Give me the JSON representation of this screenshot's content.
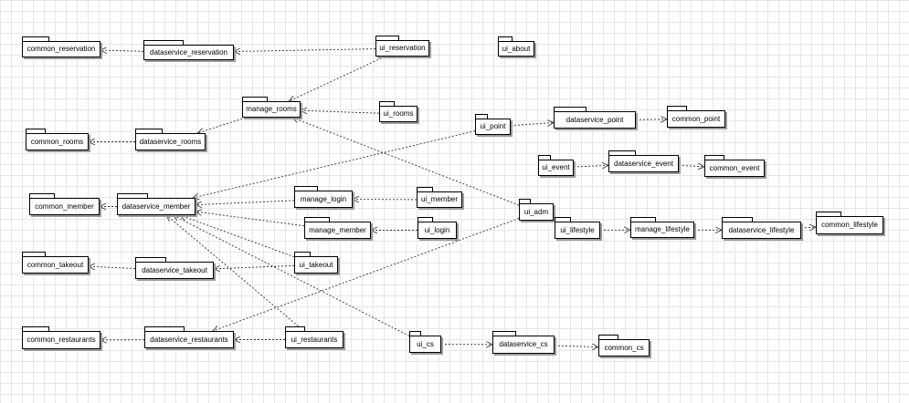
{
  "diagram": {
    "packages": [
      {
        "id": "common_reservation",
        "label": "common_reservation"
      },
      {
        "id": "dataservice_reservation",
        "label": "dataservice_reservation"
      },
      {
        "id": "ui_reservation",
        "label": "ui_reservation"
      },
      {
        "id": "ui_about",
        "label": "ui_about"
      },
      {
        "id": "manage_rooms",
        "label": "manage_rooms"
      },
      {
        "id": "ui_rooms",
        "label": "ui_rooms"
      },
      {
        "id": "common_rooms",
        "label": "common_rooms"
      },
      {
        "id": "dataservice_rooms",
        "label": "dataservice_rooms"
      },
      {
        "id": "ui_point",
        "label": "ui_point"
      },
      {
        "id": "dataservice_point",
        "label": "dataservice_point"
      },
      {
        "id": "common_point",
        "label": "common_point"
      },
      {
        "id": "ui_event",
        "label": "ui_event"
      },
      {
        "id": "dataservice_event",
        "label": "dataservice_event"
      },
      {
        "id": "common_event",
        "label": "common_event"
      },
      {
        "id": "common_member",
        "label": "common_member"
      },
      {
        "id": "dataservice_member",
        "label": "dataservice_member"
      },
      {
        "id": "manage_login",
        "label": "manage_login"
      },
      {
        "id": "ui_member",
        "label": "ui_member"
      },
      {
        "id": "ui_adm",
        "label": "ui_adm"
      },
      {
        "id": "manage_member",
        "label": "manage_member"
      },
      {
        "id": "ui_login",
        "label": "ui_login"
      },
      {
        "id": "ui_lifestyle",
        "label": "ui_lifestyle"
      },
      {
        "id": "manage_lifestyle",
        "label": "manage_lifestyle"
      },
      {
        "id": "dataservice_lifestyle",
        "label": "dataservice_lifestyle"
      },
      {
        "id": "common_lifestyle",
        "label": "common_lifestyle"
      },
      {
        "id": "common_takeout",
        "label": "common_takeout"
      },
      {
        "id": "dataservice_takeout",
        "label": "dataservice_takeout"
      },
      {
        "id": "ui_takeout",
        "label": "ui_takeout"
      },
      {
        "id": "common_restaurants",
        "label": "common_restaurants"
      },
      {
        "id": "dataservice_restaurants",
        "label": "dataservice_restaurants"
      },
      {
        "id": "ui_restaurants",
        "label": "ui_restaurants"
      },
      {
        "id": "ui_cs",
        "label": "ui_cs"
      },
      {
        "id": "dataservice_cs",
        "label": "dataservice_cs"
      },
      {
        "id": "common_cs",
        "label": "common_cs"
      }
    ],
    "dependencies": [
      {
        "from": "dataservice_reservation",
        "to": "common_reservation"
      },
      {
        "from": "ui_reservation",
        "to": "dataservice_reservation"
      },
      {
        "from": "ui_reservation",
        "to": "manage_rooms"
      },
      {
        "from": "ui_rooms",
        "to": "manage_rooms"
      },
      {
        "from": "manage_rooms",
        "to": "dataservice_rooms"
      },
      {
        "from": "dataservice_rooms",
        "to": "common_rooms"
      },
      {
        "from": "ui_adm",
        "to": "manage_rooms"
      },
      {
        "from": "ui_point",
        "to": "dataservice_point"
      },
      {
        "from": "dataservice_point",
        "to": "common_point"
      },
      {
        "from": "ui_point",
        "to": "dataservice_member"
      },
      {
        "from": "ui_event",
        "to": "dataservice_event"
      },
      {
        "from": "dataservice_event",
        "to": "common_event"
      },
      {
        "from": "dataservice_member",
        "to": "common_member"
      },
      {
        "from": "manage_login",
        "to": "dataservice_member"
      },
      {
        "from": "ui_member",
        "to": "manage_login"
      },
      {
        "from": "manage_member",
        "to": "dataservice_member"
      },
      {
        "from": "ui_login",
        "to": "manage_member"
      },
      {
        "from": "ui_takeout",
        "to": "dataservice_member"
      },
      {
        "from": "ui_takeout",
        "to": "dataservice_takeout"
      },
      {
        "from": "dataservice_takeout",
        "to": "common_takeout"
      },
      {
        "from": "ui_restaurants",
        "to": "dataservice_member"
      },
      {
        "from": "ui_restaurants",
        "to": "dataservice_restaurants"
      },
      {
        "from": "dataservice_restaurants",
        "to": "common_restaurants"
      },
      {
        "from": "ui_adm",
        "to": "dataservice_restaurants"
      },
      {
        "from": "ui_cs",
        "to": "dataservice_member"
      },
      {
        "from": "ui_cs",
        "to": "dataservice_cs"
      },
      {
        "from": "dataservice_cs",
        "to": "common_cs"
      },
      {
        "from": "ui_lifestyle",
        "to": "manage_lifestyle"
      },
      {
        "from": "manage_lifestyle",
        "to": "dataservice_lifestyle"
      },
      {
        "from": "dataservice_lifestyle",
        "to": "common_lifestyle"
      }
    ]
  }
}
